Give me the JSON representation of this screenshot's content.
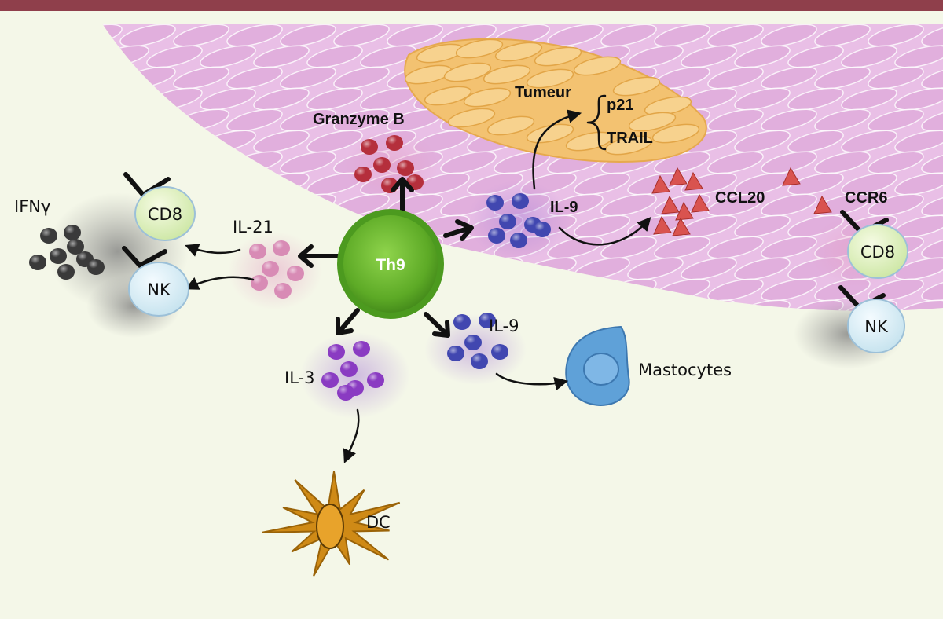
{
  "colors": {
    "top_bar": "#8f3f4b",
    "background": "#f4f7e8",
    "tissue": "#e9bfe6",
    "tissue_cell": "#dba2d6",
    "tumor": "#f3c271",
    "th9_cell": "#63b22b",
    "granzyme": "#b52f3c",
    "il9": "#4147b0",
    "il21": "#d88bb5",
    "il3": "#8a3bc2",
    "ifng": "#3a3a3a",
    "ccl20": "#d9534f",
    "mast_cell": "#5fa1d8",
    "dc_cell": "#cf8a16"
  },
  "labels": {
    "th9": "Th9",
    "tumor": "Tumeur",
    "p21": "p21",
    "trail": "TRAIL",
    "granzyme_b": "Granzyme B",
    "il9_tumor": "IL-9",
    "ccl20": "CCL20",
    "ccr6": "CCR6",
    "cd8_right": "CD8",
    "nk_right": "NK",
    "ifng": "IFNγ",
    "cd8_left": "CD8",
    "nk_left": "NK",
    "il21": "IL-21",
    "il3": "IL-3",
    "il9_mast": "IL-9",
    "mastocytes": "Mastocytes",
    "dc": "DC"
  }
}
